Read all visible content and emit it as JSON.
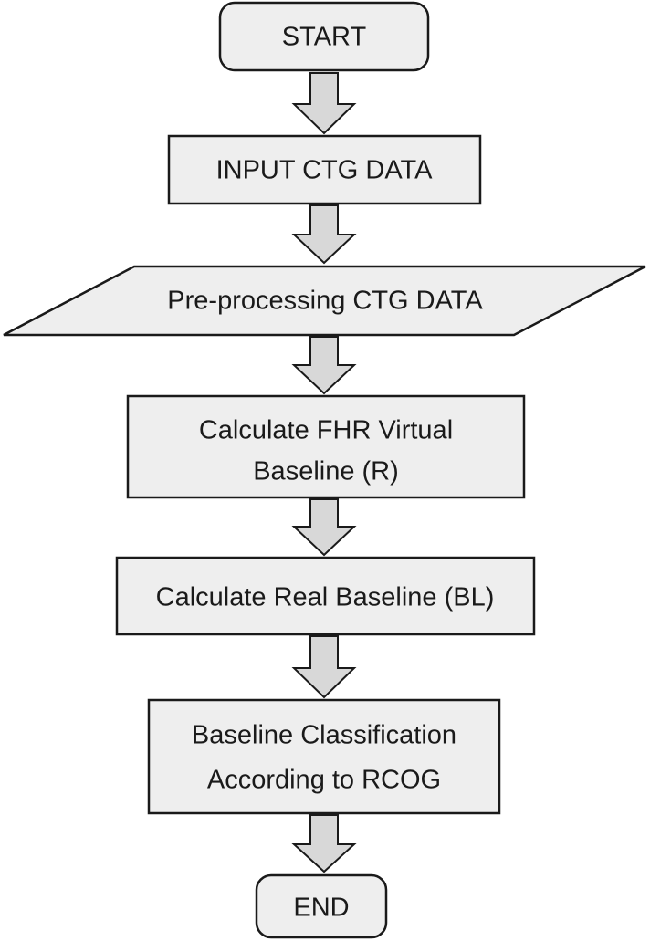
{
  "flowchart": {
    "start": "START",
    "input": "INPUT CTG DATA",
    "preprocess": "Pre-processing CTG DATA",
    "virtual_baseline": {
      "line1": "Calculate FHR Virtual",
      "line2": "Baseline (R)"
    },
    "real_baseline": "Calculate Real Baseline (BL)",
    "classification": {
      "line1": "Baseline Classification",
      "line2": "According to RCOG"
    },
    "end": "END"
  },
  "colors": {
    "box_fill": "#eeeeee",
    "arrow_fill": "#d8d8d8",
    "stroke": "#1a1a1a"
  }
}
